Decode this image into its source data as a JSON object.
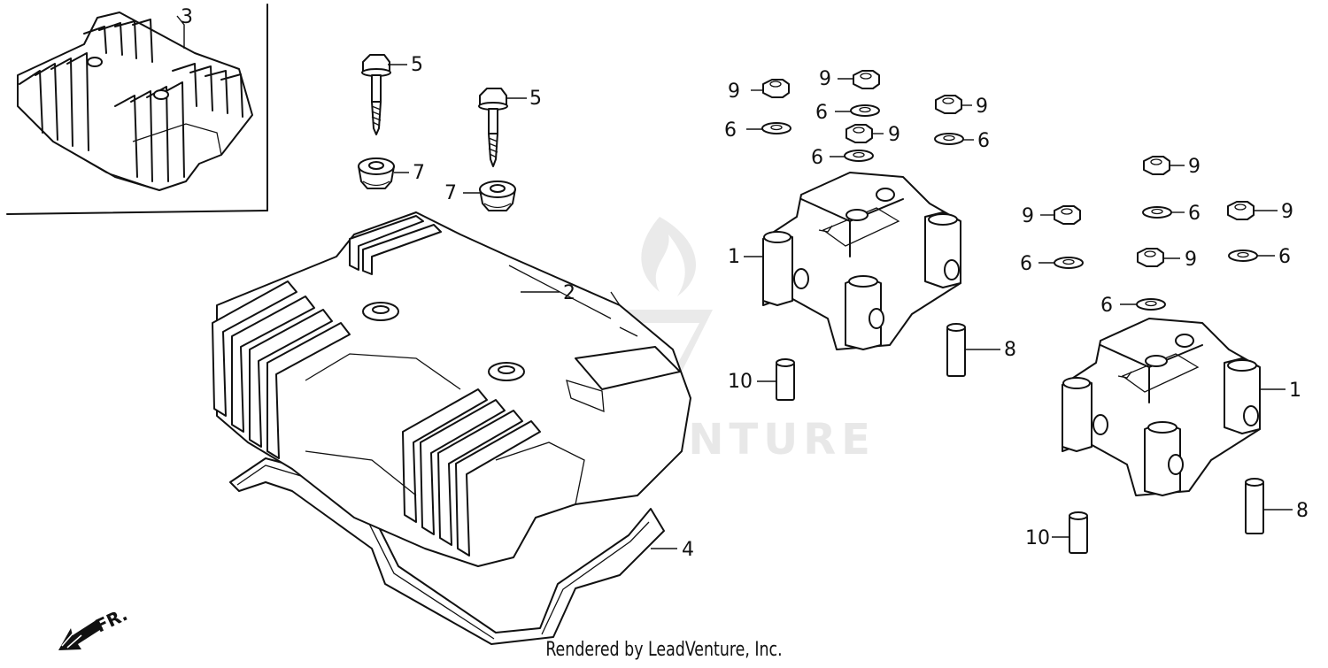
{
  "callouts": [
    {
      "id": "c3a",
      "text": "3"
    },
    {
      "id": "c5a",
      "text": "5"
    },
    {
      "id": "c5b",
      "text": "5"
    },
    {
      "id": "c7a",
      "text": "7"
    },
    {
      "id": "c7b",
      "text": "7"
    },
    {
      "id": "c2",
      "text": "2"
    },
    {
      "id": "c4",
      "text": "4"
    },
    {
      "id": "c9a",
      "text": "9"
    },
    {
      "id": "c9b",
      "text": "9"
    },
    {
      "id": "c9c",
      "text": "9"
    },
    {
      "id": "c9d",
      "text": "9"
    },
    {
      "id": "c6a",
      "text": "6"
    },
    {
      "id": "c6b",
      "text": "6"
    },
    {
      "id": "c6c",
      "text": "6"
    },
    {
      "id": "c6d",
      "text": "6"
    },
    {
      "id": "c1a",
      "text": "1"
    },
    {
      "id": "c8a",
      "text": "8"
    },
    {
      "id": "c10a",
      "text": "10"
    },
    {
      "id": "c9e",
      "text": "9"
    },
    {
      "id": "c9f",
      "text": "9"
    },
    {
      "id": "c9g",
      "text": "9"
    },
    {
      "id": "c9h",
      "text": "9"
    },
    {
      "id": "c6e",
      "text": "6"
    },
    {
      "id": "c6f",
      "text": "6"
    },
    {
      "id": "c6g",
      "text": "6"
    },
    {
      "id": "c6h",
      "text": "6"
    },
    {
      "id": "c1b",
      "text": "1"
    },
    {
      "id": "c8b",
      "text": "8"
    },
    {
      "id": "c10b",
      "text": "10"
    }
  ],
  "direction_label": "FR.",
  "footer_text": "Rendered by LeadVenture, Inc.",
  "watermark_text": "LEADVENTURE",
  "colors": {
    "ink": "#111111",
    "watermark": "#e6e6e6",
    "background": "#ffffff"
  }
}
